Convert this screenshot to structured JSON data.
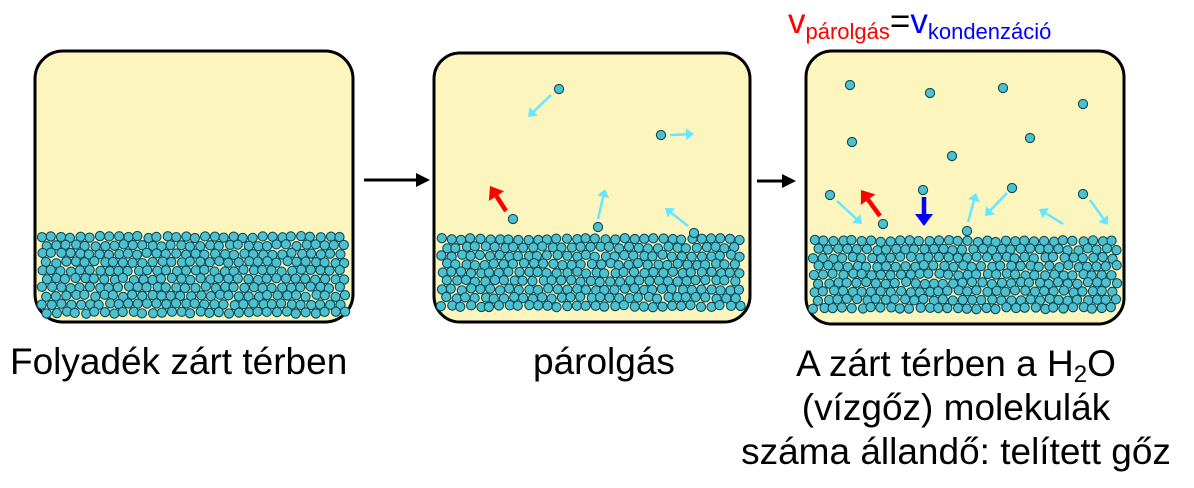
{
  "equation": {
    "v1": "v",
    "sub1": "párolgás",
    "eq": "=",
    "v2": "v",
    "sub2": "kondenzáció",
    "color1": "#ff0000",
    "color2": "#0000ff"
  },
  "captions": {
    "panel1": "Folyadék zárt térben",
    "panel2": "párolgás",
    "panel3_line1_a": "A zárt térben a H",
    "panel3_line1_sub": "2",
    "panel3_line1_b": "O",
    "panel3_line2": "(vízgőz) molekulák",
    "panel3_line3": "száma állandő: telített gőz"
  },
  "colors": {
    "container_fill": "#fcf5bd",
    "molecule_fill": "#4fc0cf",
    "arrow_cyan": "#66e6ff",
    "arrow_red": "#ff0000",
    "arrow_blue": "#0000ff"
  }
}
